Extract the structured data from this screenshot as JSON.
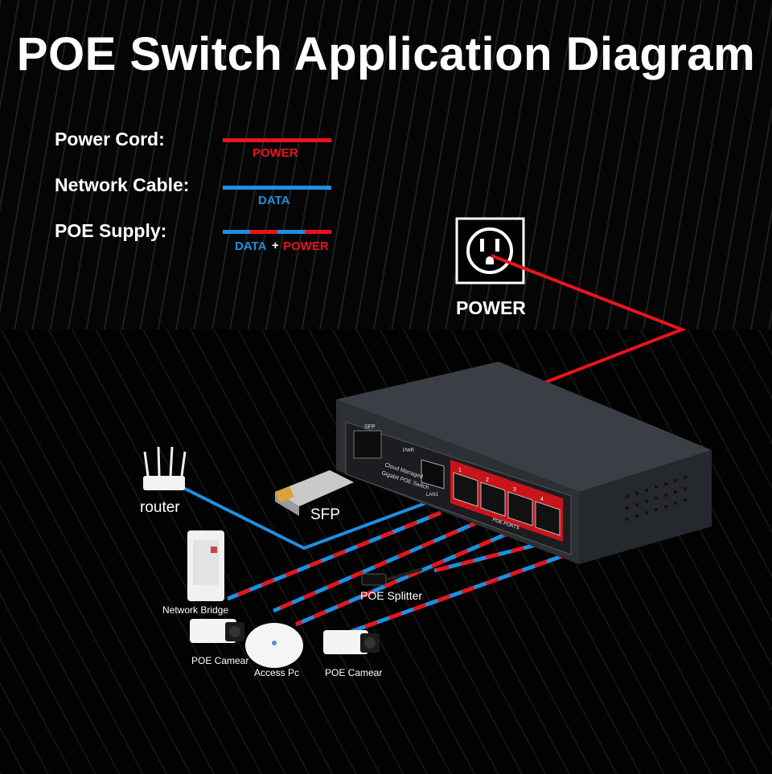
{
  "title": "POE Switch Application Diagram",
  "legend": {
    "power_cord_label": "Power Cord:",
    "power_tag": "POWER",
    "network_cable_label": "Network Cable:",
    "data_tag": "DATA",
    "poe_supply_label": "POE Supply:",
    "poe_data_tag": "DATA",
    "poe_plus": "+",
    "poe_power_tag": "POWER"
  },
  "outlet_label": "POWER",
  "devices": {
    "router": "router",
    "sfp": "SFP",
    "network_bridge": "Network Bridge",
    "poe_splitter": "POE Splitter",
    "poe_camera_left": "POE Camear",
    "access_point": "Access Pc",
    "poe_camera_right": "POE Camear"
  },
  "switch_panel": {
    "sfp_port": "SFP",
    "pwr": "PWR",
    "model_line1": "Cloud Managed",
    "model_line2": "Gigabit POE Switch",
    "lan": "LAN1",
    "ports": [
      "1",
      "2",
      "3",
      "4"
    ],
    "poe_ports": "POE PORTS"
  },
  "colors": {
    "power": "#e8141c",
    "data": "#1f8fe0",
    "background": "#050505"
  }
}
